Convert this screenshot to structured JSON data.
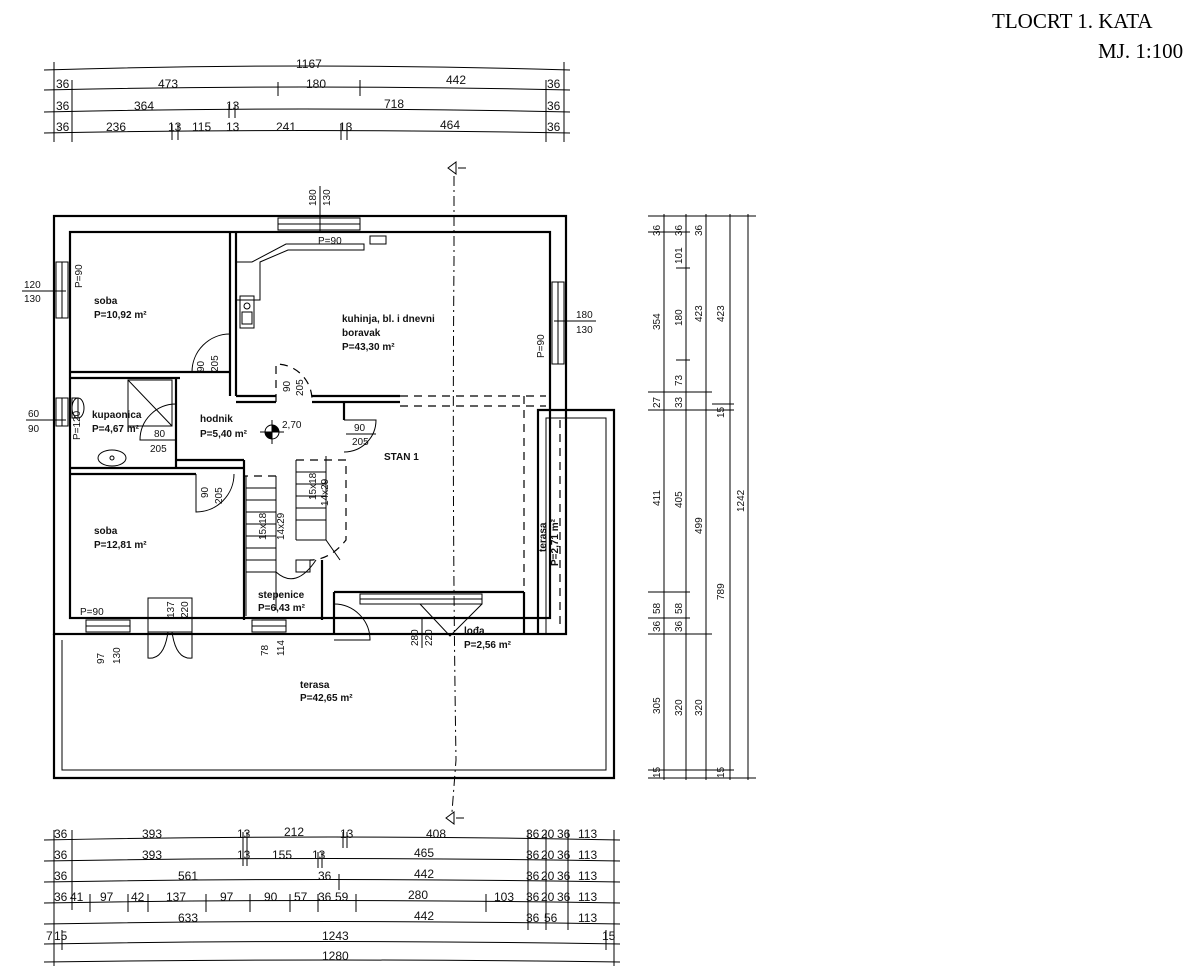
{
  "title": {
    "line1": "TLOCRT 1. KATA",
    "line2": "MJ. 1:100"
  },
  "top_dims": {
    "row0": [
      "1167"
    ],
    "row1": [
      "36",
      "473",
      "180",
      "442",
      "36"
    ],
    "row2": [
      "36",
      "364",
      "13",
      "718",
      "36"
    ],
    "row3": [
      "36",
      "236",
      "13",
      "115",
      "13",
      "241",
      "13",
      "464",
      "36"
    ]
  },
  "bottom_dims": {
    "row1": [
      "36",
      "393",
      "13",
      "212",
      "13",
      "408",
      "36",
      "20",
      "36",
      "113"
    ],
    "row2": [
      "36",
      "393",
      "13",
      "155",
      "13",
      "465",
      "36",
      "20",
      "36",
      "113"
    ],
    "row3": [
      "36",
      "561",
      "36",
      "442",
      "36",
      "20",
      "36",
      "113"
    ],
    "row4": [
      "36",
      "41",
      "97",
      "42",
      "137",
      "97",
      "90",
      "57",
      "36",
      "59",
      "280",
      "103",
      "36",
      "20",
      "36",
      "113"
    ],
    "row5": [
      "633",
      "442",
      "36",
      "56",
      "113"
    ],
    "row6": [
      "7",
      "15",
      "1243",
      "15"
    ],
    "row7": [
      "1280"
    ]
  },
  "right_dims": {
    "col1": [
      "36",
      "354",
      "27",
      "411",
      "58",
      "36",
      "305",
      "15"
    ],
    "col2": [
      "36",
      "101",
      "180",
      "73",
      "33",
      "405",
      "58",
      "36",
      "320"
    ],
    "col3": [
      "36",
      "423",
      "15",
      "499",
      "789",
      "320",
      "15"
    ],
    "col4": [
      "423",
      "1242"
    ]
  },
  "rooms": {
    "soba1": {
      "name": "soba",
      "area": "P=10,92 m²"
    },
    "kuhinja": {
      "name_line1": "kuhinja, bl. i dnevni",
      "name_line2": "boravak",
      "area": "P=43,30 m²"
    },
    "kupaonica": {
      "name": "kupaonica",
      "area": "P=4,67 m²"
    },
    "hodnik": {
      "name": "hodnik",
      "area": "P=5,40 m²"
    },
    "stan": {
      "name": "STAN 1"
    },
    "soba2": {
      "name": "soba",
      "area": "P=12,81 m²"
    },
    "stepenice": {
      "name": "stepenice",
      "area": "P=6,43 m²"
    },
    "terasa_small": {
      "name": "terasa",
      "area": "P=2,71 m²"
    },
    "lodja": {
      "name": "lođa",
      "area": "P=2,56 m²"
    },
    "terasa": {
      "name": "terasa",
      "area": "P=42,65 m²"
    }
  },
  "annotations": {
    "level": "2,70",
    "p90_top": "P=90",
    "p90_left": "P=90",
    "p90_right": "P=90",
    "p120": "P=120",
    "p90_bottom": "P=90",
    "win_top": [
      "180",
      "130"
    ],
    "win_left": [
      "120",
      "130"
    ],
    "win_right": [
      "180",
      "130"
    ],
    "win_bath": [
      "60",
      "90"
    ],
    "door_soba1": [
      "90",
      "205"
    ],
    "door_kitchen": [
      "90",
      "205"
    ],
    "door_hall_bath": [
      "80",
      "205"
    ],
    "door_hall_right": [
      "90",
      "205"
    ],
    "door_soba2": [
      "90",
      "205"
    ],
    "stairs1": [
      "15x18",
      "14x29"
    ],
    "stairs2": [
      "15x18",
      "14x29"
    ],
    "win_bottom_left": [
      "97",
      "130"
    ],
    "door_bottom": [
      "137",
      "220"
    ],
    "win_bottom_stairs": [
      "78",
      "114"
    ],
    "door_lodja": [
      "280",
      "220"
    ]
  },
  "colors": {
    "ink": "#000000",
    "paper": "#ffffff"
  }
}
